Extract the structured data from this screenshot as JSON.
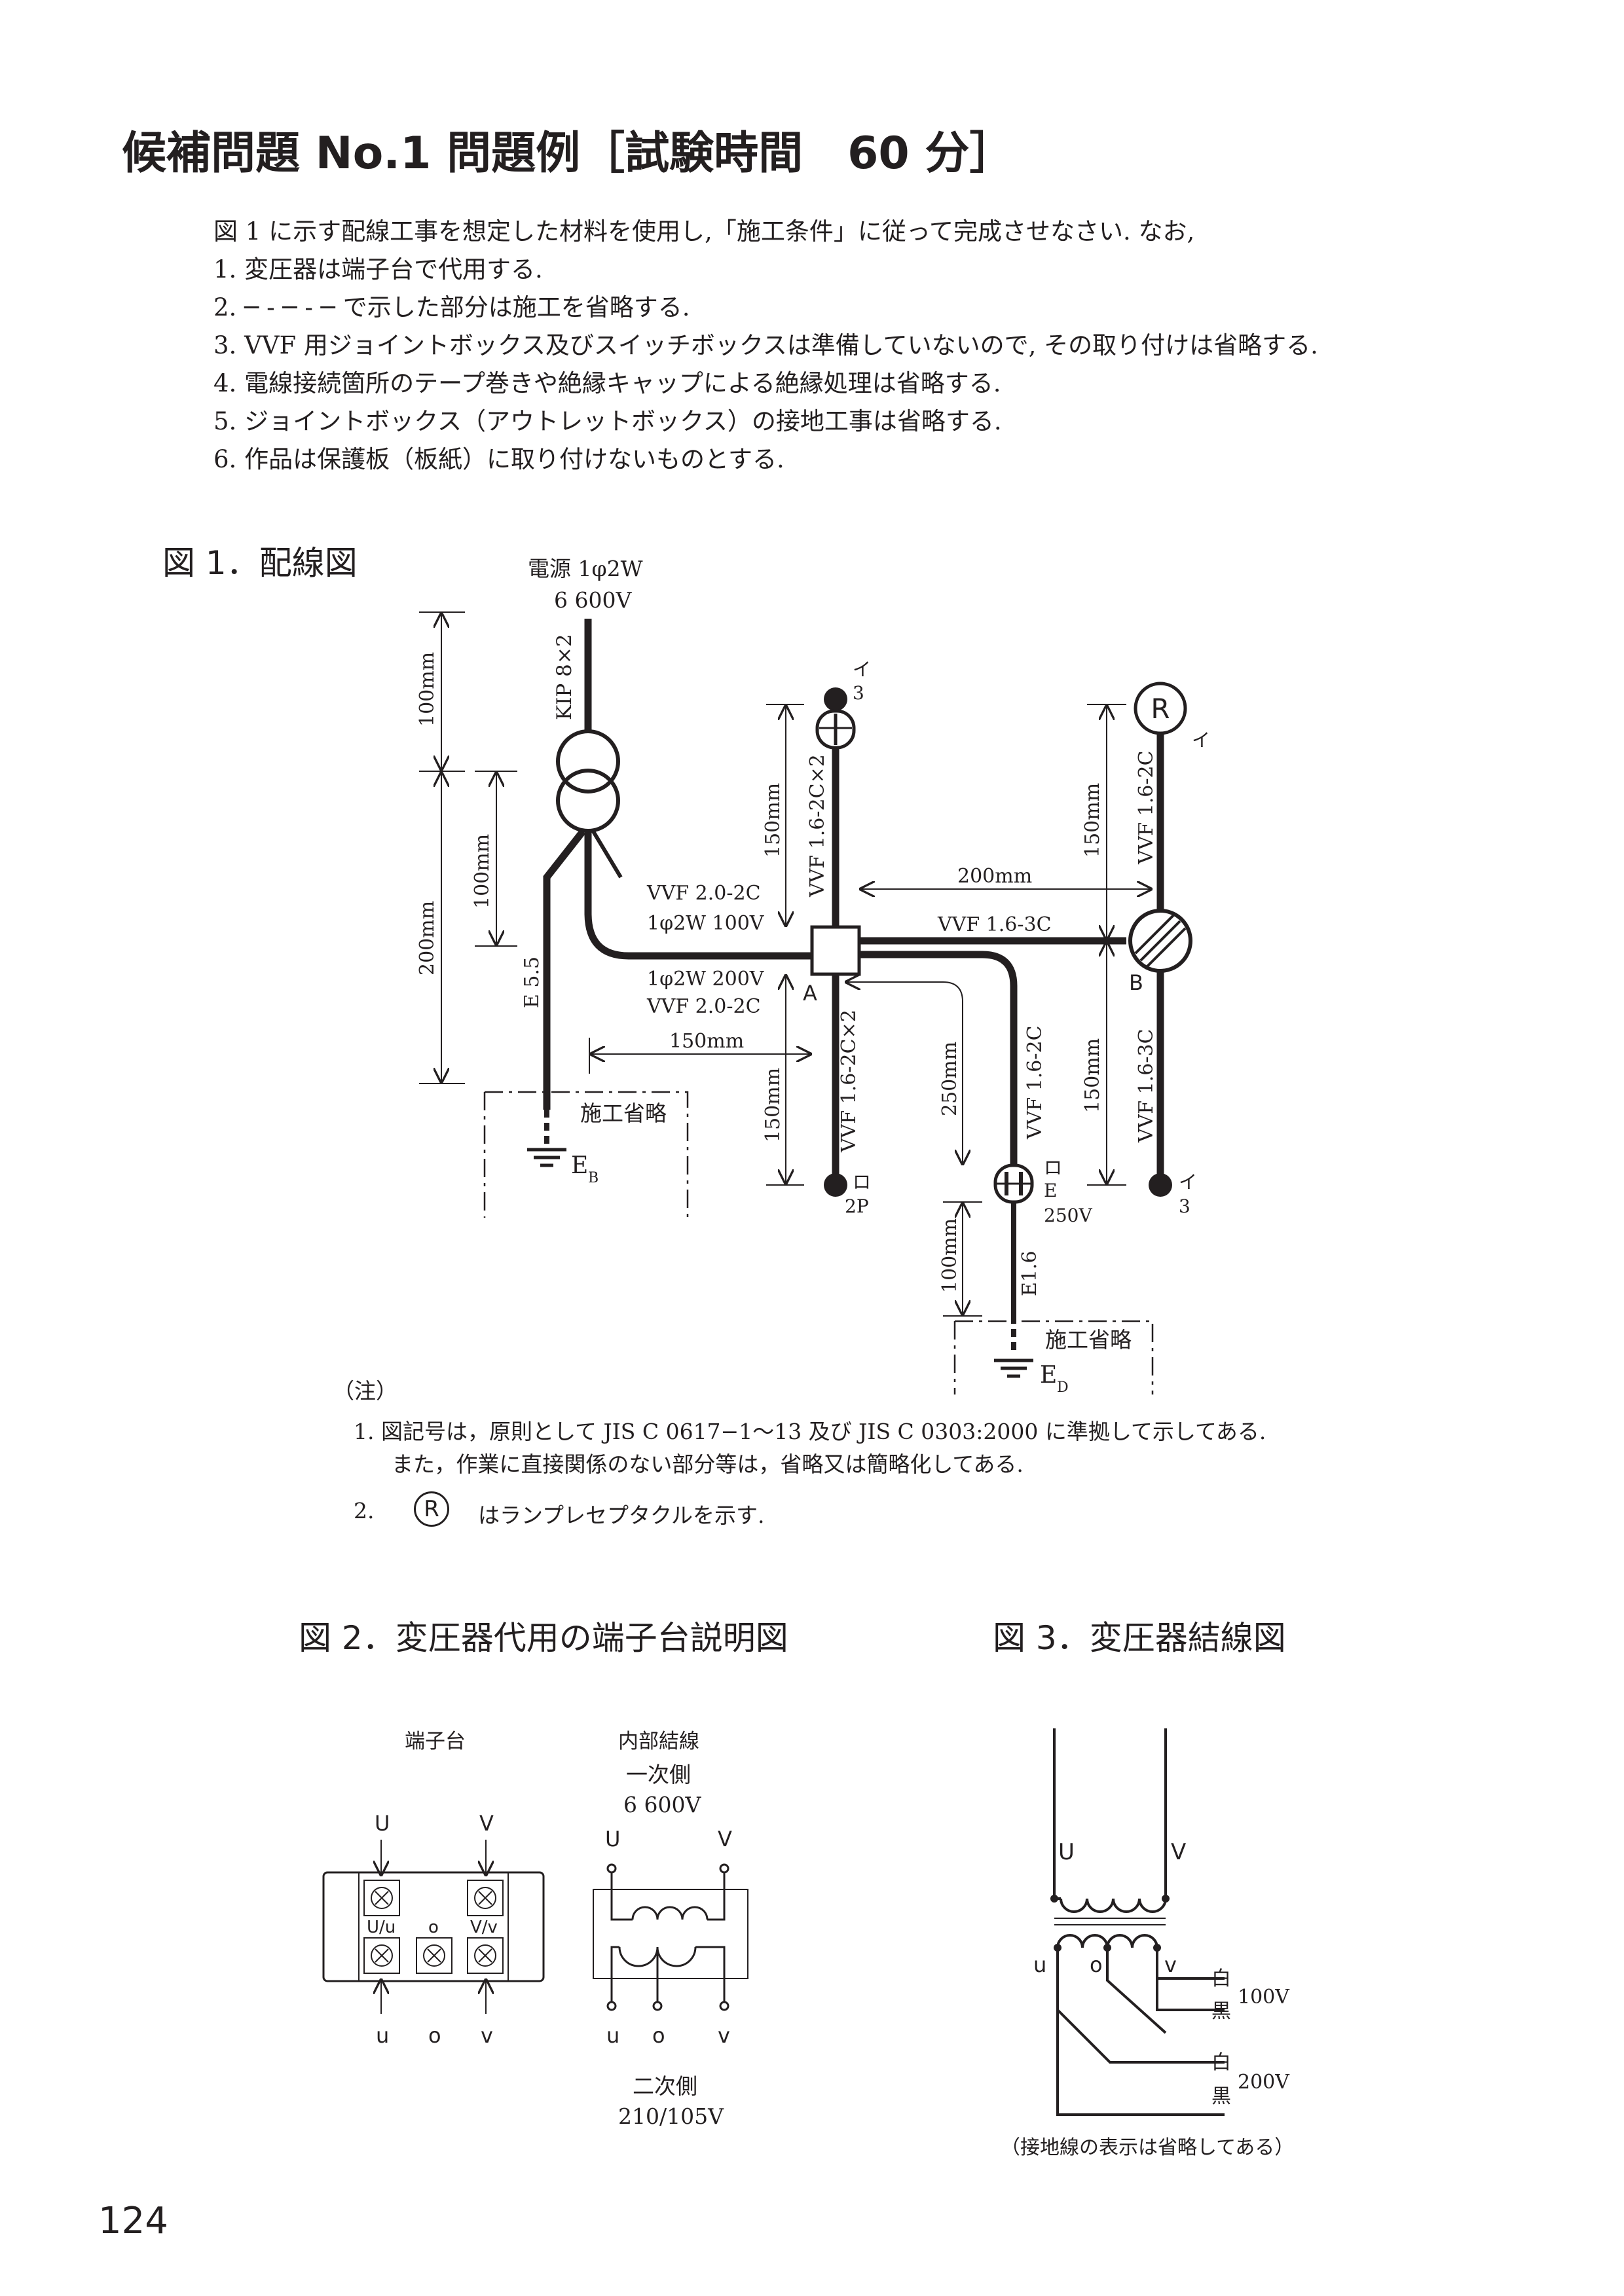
{
  "title": "候補問題 No.1 問題例［試験時間　60 分］",
  "intro": {
    "lead": "図 1 に示す配線工事を想定した材料を使用し,「施工条件」に従って完成させなさい. なお,",
    "items": [
      "1.  変圧器は端子台で代用する.",
      "2.  ─ - ─ - ─ で示した部分は施工を省略する.",
      "3.  VVF 用ジョイントボックス及びスイッチボックスは準備していないので, その取り付けは省略する.",
      "4.  電線接続箇所のテープ巻きや絶縁キャップによる絶縁処理は省略する.",
      "5.  ジョイントボックス（アウトレットボックス）の接地工事は省略する.",
      "6.  作品は保護板（板紙）に取り付けないものとする."
    ]
  },
  "fig1": {
    "heading": "図 1．配線図",
    "source_line1": "電源 1φ2W",
    "source_line2": "6 600V",
    "kip": "KIP 8×2",
    "dim_100_top": "100mm",
    "dim_200": "200mm",
    "dim_100_inner": "100mm",
    "e55": "E 5.5",
    "vvf20_top": "VVF 2.0-2C",
    "v100": "1φ2W 100V",
    "v200": "1φ2W 200V",
    "vvf20_bottom": "VVF 2.0-2C",
    "dim_150_left": "150mm",
    "omit1": "施工省略",
    "eb": "E",
    "eb_sub": "B",
    "i3_top_1": "イ",
    "i3_top_2": "3",
    "dim_150_up": "150mm",
    "vvf_up": "VVF 1.6-2C×2",
    "dim_200_right": "200mm",
    "vvf_3c": "VVF 1.6-3C",
    "box_a": "A",
    "box_b": "B",
    "r_mark": "R",
    "r_label": "イ",
    "dim_150_r": "150mm",
    "vvf_r": "VVF 1.6-2C",
    "vvf_down": "VVF 1.6-2C×2",
    "dim_150_down": "150mm",
    "ro2p_1": "ロ",
    "ro2p_2": "2P",
    "dim_250": "250mm",
    "vvf_outlet": "VVF 1.6-2C",
    "outlet_1": "ロ",
    "outlet_2": "E",
    "outlet_3": "250V",
    "dim_150_b": "150mm",
    "vvf_b": "VVF 1.6-3C",
    "i3_br_1": "イ",
    "i3_br_2": "3",
    "dim_100_e": "100mm",
    "e16": "E1.6",
    "omit2": "施工省略",
    "ed": "E",
    "ed_sub": "D"
  },
  "notes": {
    "head": "（注）",
    "n1a": "1.  図記号は，原則として JIS C 0617−1〜13 及び JIS C 0303:2000 に準拠して示してある.",
    "n1b": "また，作業に直接関係のない部分等は，省略又は簡略化してある.",
    "n2num": "2.",
    "n2mark": "R",
    "n2text": "はランプレセプタクルを示す."
  },
  "fig2": {
    "heading": "図 2．変圧器代用の端子台説明図",
    "tb_label": "端子台",
    "iw_label": "内部結線",
    "primary": "一次側",
    "primary_v": "6 600V",
    "secondary": "二次側",
    "secondary_v": "210/105V",
    "U": "U",
    "V": "V",
    "u": "u",
    "o": "o",
    "v": "v",
    "Uu": "U/u",
    "Vv": "V/v"
  },
  "fig3": {
    "heading": "図 3．変圧器結線図",
    "U": "U",
    "V": "V",
    "u": "u",
    "o": "o",
    "v": "v",
    "white": "白",
    "black": "黒",
    "v100": "100V",
    "v200": "200V",
    "note": "（接地線の表示は省略してある）"
  },
  "page_number": "124"
}
